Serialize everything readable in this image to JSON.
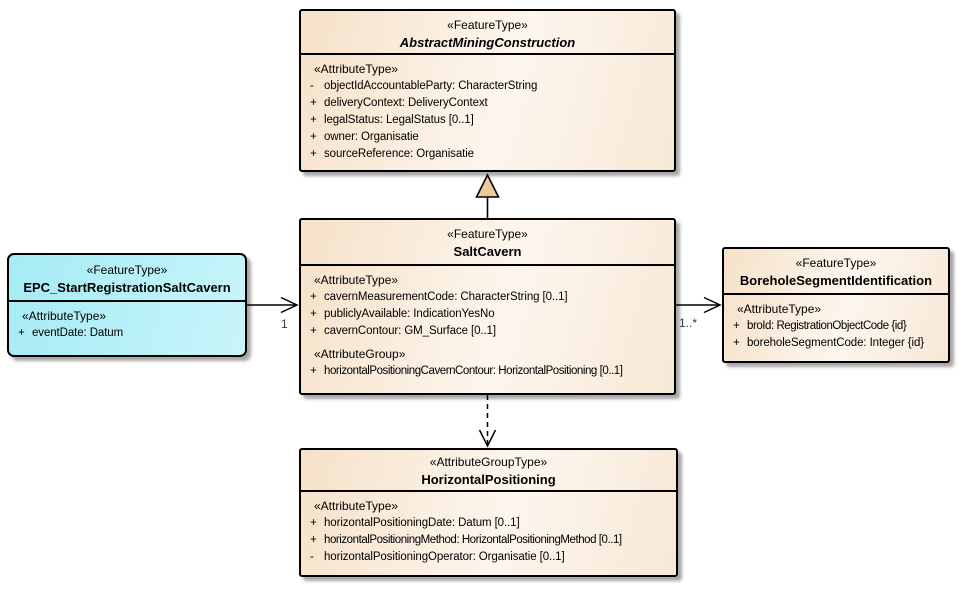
{
  "diagram": {
    "background": "#ffffff",
    "colors": {
      "box_fill": "#f6e1c9",
      "event_box_fill": "#a6ebf5",
      "border": "#000000",
      "generalization_triangle_fill": "#ecca9d"
    },
    "classes": {
      "amc": {
        "stereotype": "«FeatureType»",
        "name": "AbstractMiningConstruction",
        "attr_stereotype": "«AttributeType»",
        "attributes": [
          {
            "vis": "-",
            "text": "objectIdAccountableParty: CharacterString"
          },
          {
            "vis": "+",
            "text": "deliveryContext: DeliveryContext"
          },
          {
            "vis": "+",
            "text": "legalStatus: LegalStatus [0..1]"
          },
          {
            "vis": "+",
            "text": "owner: Organisatie"
          },
          {
            "vis": "+",
            "text": "sourceReference: Organisatie"
          }
        ]
      },
      "salt": {
        "stereotype": "«FeatureType»",
        "name": "SaltCavern",
        "attr_stereotype": "«AttributeType»",
        "attributes": [
          {
            "vis": "+",
            "text": "cavernMeasurementCode: CharacterString [0..1]"
          },
          {
            "vis": "+",
            "text": "publiclyAvailable: IndicationYesNo"
          },
          {
            "vis": "+",
            "text": "cavernContour: GM_Surface [0..1]"
          }
        ],
        "group_stereotype": "«AttributeGroup»",
        "group_attributes": [
          {
            "vis": "+",
            "text": "horizontalPositioningCavernContour: HorizontalPositioning [0..1]"
          }
        ]
      },
      "epc": {
        "stereotype": "«FeatureType»",
        "name": "EPC_StartRegistrationSaltCavern",
        "attr_stereotype": "«AttributeType»",
        "attributes": [
          {
            "vis": "+",
            "text": "eventDate: Datum"
          }
        ]
      },
      "bore": {
        "stereotype": "«FeatureType»",
        "name": "BoreholeSegmentIdentification",
        "attr_stereotype": "«AttributeType»",
        "attributes": [
          {
            "vis": "+",
            "text": "broId: RegistrationObjectCode {id}"
          },
          {
            "vis": "+",
            "text": "boreholeSegmentCode: Integer {id}"
          }
        ]
      },
      "hp": {
        "stereotype": "«AttributeGroupType»",
        "name": "HorizontalPositioning",
        "attr_stereotype": "«AttributeType»",
        "attributes": [
          {
            "vis": "+",
            "text": "horizontalPositioningDate: Datum [0..1]"
          },
          {
            "vis": "+",
            "text": "horizontalPositioningMethod: HorizontalPositioningMethod [0..1]"
          },
          {
            "vis": "-",
            "text": "horizontalPositioningOperator: Organisatie [0..1]"
          }
        ]
      }
    },
    "connectors": {
      "epc_to_salt": {
        "multiplicity": "1"
      },
      "salt_to_bore": {
        "multiplicity": "1..*"
      }
    }
  }
}
